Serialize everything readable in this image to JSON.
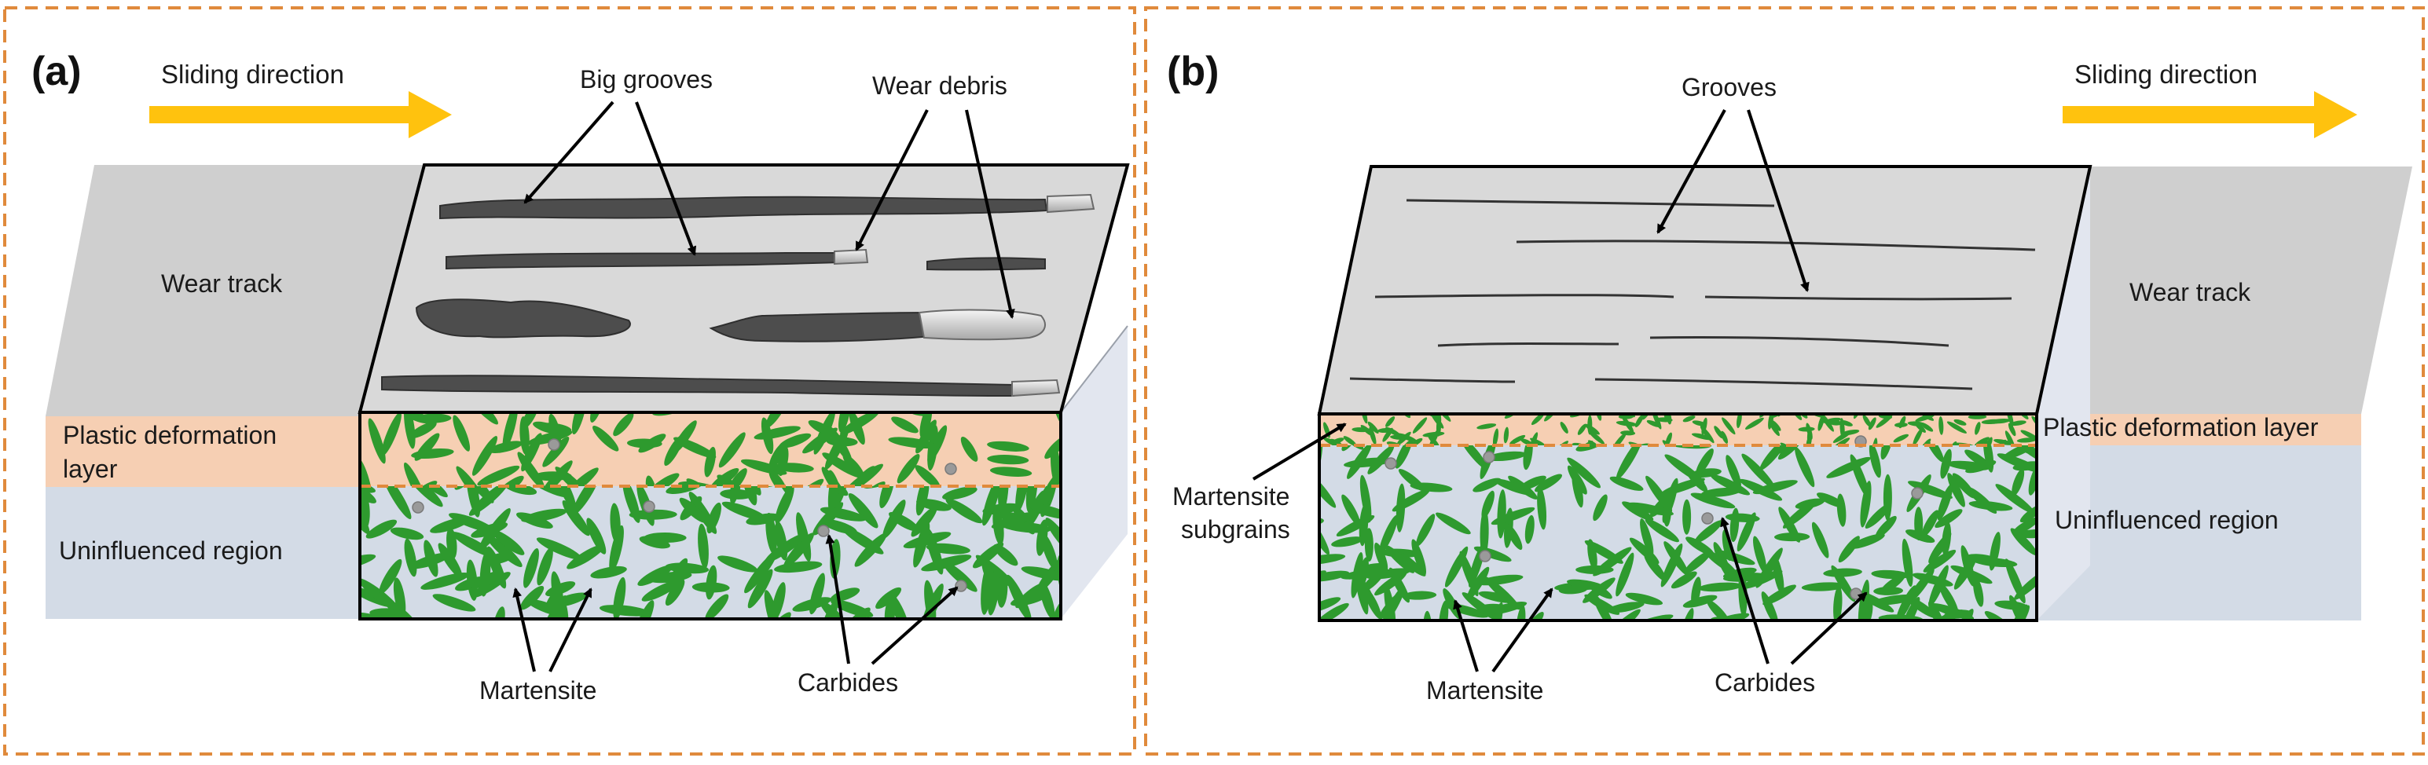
{
  "panels": [
    {
      "letter": "(a)",
      "sliding_direction": "Sliding direction",
      "labels": {
        "big_grooves": "Big grooves",
        "wear_debris": "Wear debris",
        "wear_track": "Wear track",
        "plastic_line1": "Plastic deformation",
        "plastic_line2": "layer",
        "uninfluenced": "Uninfluenced region",
        "martensite": "Martensite",
        "carbides": "Carbides"
      }
    },
    {
      "letter": "(b)",
      "sliding_direction": "Sliding direction",
      "labels": {
        "grooves": "Grooves",
        "wear_track": "Wear track",
        "plastic": "Plastic deformation layer",
        "martensite_sub1": "Martensite",
        "martensite_sub2": "subgrains",
        "uninfluenced": "Uninfluenced region",
        "martensite": "Martensite",
        "carbides": "Carbides"
      }
    }
  ],
  "colors": {
    "frame_dash": "#e08a3c",
    "arrow_yellow": "#ffc20e",
    "wear_track_gray": "#cfcfcf",
    "top_surface": "#d6d6d6",
    "plastic_orange": "#f6cfb3",
    "uninfluenced_blue": "#d3dbe6",
    "martensite_green": "#2e9a2e",
    "groove_dark": "#4d4d4d",
    "carbide_gray": "#9a9a9a"
  }
}
